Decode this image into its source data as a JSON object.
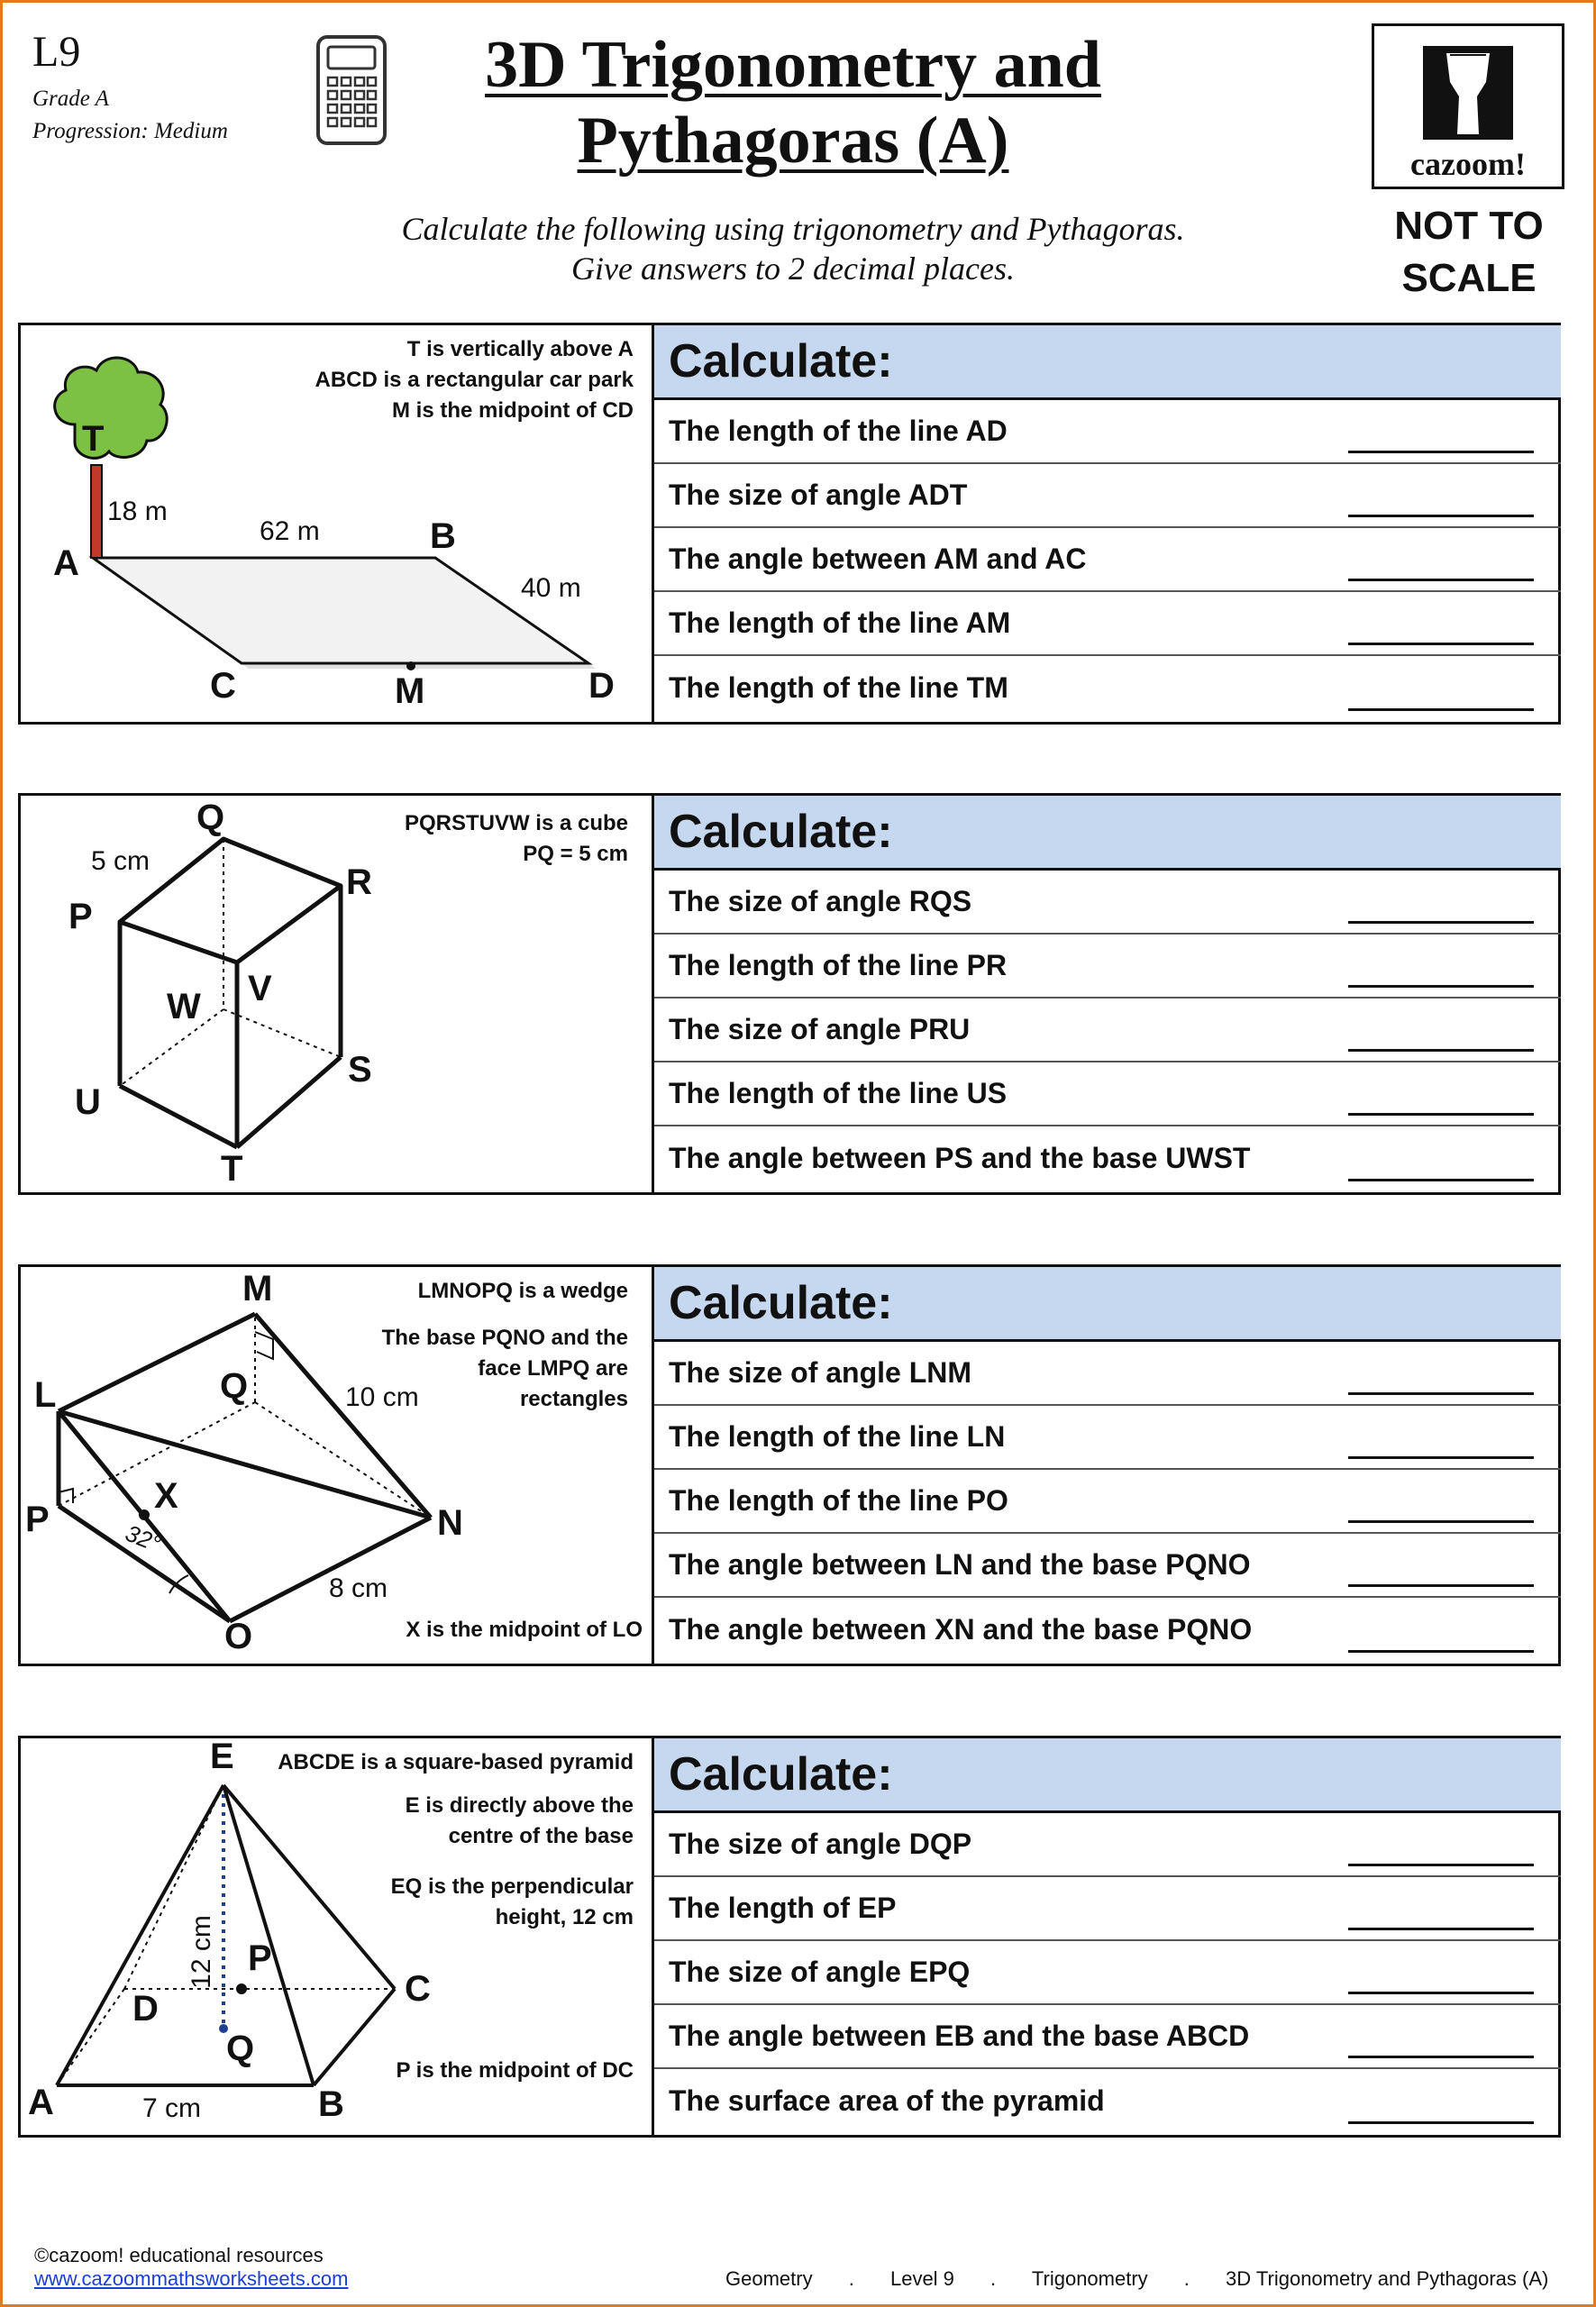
{
  "header": {
    "level": "L9",
    "grade": "Grade A",
    "progression": "Progression: Medium",
    "title_line1": "3D Trigonometry and",
    "title_line2": "Pythagoras (A)",
    "instruction_line1": "Calculate the following using trigonometry and Pythagoras.",
    "instruction_line2": "Give answers to 2 decimal places.",
    "logo_text": "cazoom!",
    "not_to_scale_line1": "NOT TO",
    "not_to_scale_line2": "SCALE",
    "icons": [
      "calculator-icon",
      "drum-logo-icon"
    ]
  },
  "sections": [
    {
      "notes": [
        "T is vertically above A",
        "ABCD is a rectangular car park",
        "M is the midpoint of CD"
      ],
      "labels": {
        "T": "T",
        "A": "A",
        "B": "B",
        "C": "C",
        "D": "D",
        "M": "M"
      },
      "measures": {
        "m1": "18 m",
        "m2": "62 m",
        "m3": "40 m"
      },
      "heading": "Calculate:",
      "questions": [
        "The length of the line AD",
        "The size of angle ADT",
        "The angle between AM and AC",
        "The length of the line AM",
        "The length of the line TM"
      ]
    },
    {
      "notes": [
        "PQRSTUVW is a cube",
        "PQ = 5 cm"
      ],
      "labels": {
        "Q": "Q",
        "P": "P",
        "R": "R",
        "W": "W",
        "V": "V",
        "U": "U",
        "S": "S",
        "T": "T"
      },
      "measures": {
        "m1": "5 cm"
      },
      "heading": "Calculate:",
      "questions": [
        "The size of angle RQS",
        "The length of the line PR",
        "The size of angle PRU",
        "The length of the line US",
        "The angle between PS and the base UWST"
      ]
    },
    {
      "notes": [
        "LMNOPQ is a wedge",
        "The base PQNO and the",
        "face LMPQ are",
        "rectangles",
        "X is the midpoint of LO"
      ],
      "labels": {
        "M": "M",
        "L": "L",
        "Q": "Q",
        "P": "P",
        "X": "X",
        "N": "N",
        "O": "O"
      },
      "measures": {
        "m1": "10 cm",
        "m2": "8 cm",
        "angle": "32°"
      },
      "heading": "Calculate:",
      "questions": [
        "The size of angle LNM",
        "The length of the line LN",
        "The length of the line PO",
        "The angle between LN and the base PQNO",
        "The angle between XN and the base PQNO"
      ]
    },
    {
      "notes": [
        "ABCDE is a square-based pyramid",
        "E is directly above the",
        "centre of the base",
        "EQ is the perpendicular",
        "height, 12 cm",
        "P is the midpoint of DC"
      ],
      "labels": {
        "E": "E",
        "P": "P",
        "C": "C",
        "D": "D",
        "Q": "Q",
        "A": "A",
        "B": "B"
      },
      "measures": {
        "m1": "12 cm",
        "m2": "7 cm"
      },
      "heading": "Calculate:",
      "questions": [
        "The size of angle DQP",
        "The length of EP",
        "The size of angle EPQ",
        "The angle between EB and the base ABCD",
        "The surface area of the pyramid"
      ]
    }
  ],
  "footer": {
    "copyright": "©cazoom! educational resources",
    "link": "www.cazoommathsworksheets.com",
    "nav": [
      "Geometry",
      ".",
      "Level 9",
      ".",
      "Trigonometry",
      ".",
      "3D Trigonometry and Pythagoras (A)"
    ]
  }
}
